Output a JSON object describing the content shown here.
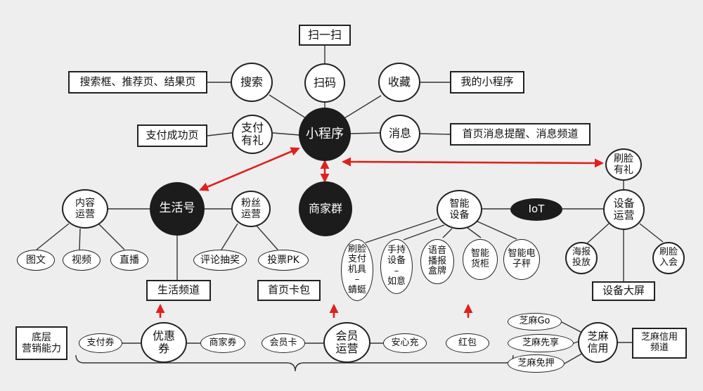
{
  "diagram": {
    "center": "小程序",
    "top_box": "扫一扫",
    "mini_program_features": {
      "search": "搜索",
      "scan": "扫码",
      "favorite": "收藏",
      "pay_gift": "支付\n有礼",
      "message": "消息"
    },
    "feature_boxes": {
      "search": "搜索框、推荐页、结果页",
      "favorite": "我的小程序",
      "pay_success": "支付成功页",
      "message": "首页消息提醒、消息频道"
    },
    "life_account": {
      "title": "生活号",
      "content_ops": "内容\n运营",
      "fan_ops": "粉丝\n运营",
      "content_items": [
        "图文",
        "视频",
        "直播"
      ],
      "fan_items": [
        "评论抽奖",
        "投票PK"
      ],
      "channel": "生活频道"
    },
    "merchant_group": "商家群",
    "smart_device": {
      "title": "智能\n设备",
      "items": [
        "刷脸\n支付\n机具\n–\n蜻蜓",
        "手持\n设备\n–\n如意",
        "语音\n播报\n盒牌",
        "智能\n货柜",
        "智能电\n子秤"
      ]
    },
    "iot": "IoT",
    "device_ops": {
      "title": "设备\n运营",
      "face_gift": "刷脸\n有礼",
      "items": [
        "海报\n投放",
        "刷脸\n入会"
      ],
      "big_screen": "设备大屏"
    },
    "home_card": "首页卡包",
    "base_marketing": {
      "label": "底层\n营销能力",
      "coupon": {
        "title": "优惠\n券",
        "items": [
          "支付券",
          "商家券"
        ]
      },
      "member": {
        "title": "会员\n运营",
        "items": [
          "会员卡",
          "安心充"
        ]
      },
      "red_packet": "红包"
    },
    "zhima": {
      "title": "芝麻\n信用",
      "items": [
        "芝麻Go",
        "芝麻先享",
        "芝麻免押"
      ],
      "channel": "芝麻信用\n频道"
    },
    "colors": {
      "background": "#eeeeee",
      "node_fill": "#ffffff",
      "dark_fill": "#1c1c1c",
      "line": "#333333",
      "arrow": "#e0201c"
    }
  }
}
